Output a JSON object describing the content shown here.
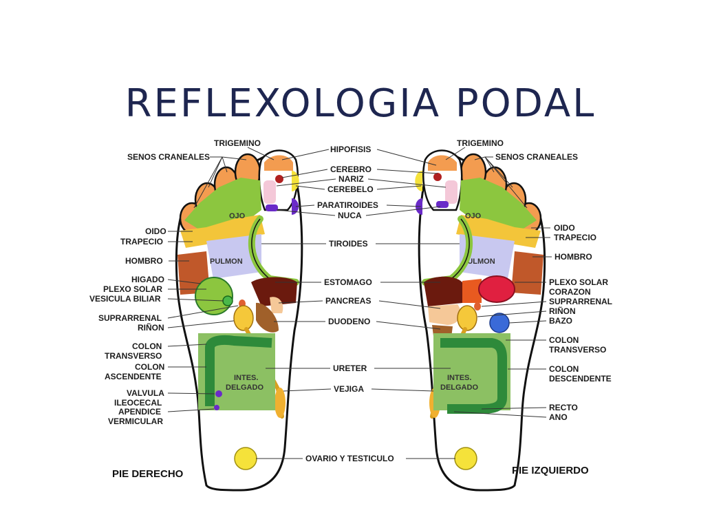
{
  "title": "REFLEXOLOGIA PODAL",
  "feet": {
    "right_caption": "PIE DERECHO",
    "left_caption": "PIE IZQUIERDO"
  },
  "labels": {
    "trigemino": "TRIGEMINO",
    "senos_craneales": "SENOS CRANEALES",
    "hipofisis": "HIPOFISIS",
    "cerebro": "CEREBRO",
    "nariz": "NARIZ",
    "cerebelo": "CEREBELO",
    "paratiroides": "PARATIROIDES",
    "nuca": "NUCA",
    "tiroides": "TIROIDES",
    "estomago": "ESTOMAGO",
    "pancreas": "PANCREAS",
    "duodeno": "DUODENO",
    "ureter": "URETER",
    "vejiga": "VEJIGA",
    "ovario": "OVARIO Y TESTICULO",
    "oido": "OIDO",
    "trapecio": "TRAPECIO",
    "hombro": "HOMBRO",
    "higado": "HIGADO",
    "plexo_solar": "PLEXO SOLAR",
    "vesicula": "VESICULA BILIAR",
    "suprarrenal": "SUPRARRENAL",
    "rinon": "RIÑON",
    "colon": "COLON",
    "transverso": "TRANSVERSO",
    "ascendente": "ASCENDENTE",
    "descendente": "DESCENDENTE",
    "valvula": "VALVULA",
    "ileocecal": "ILEOCECAL",
    "apendice": "APENDICE",
    "vermicular": "VERMICULAR",
    "corazon": "CORAZON",
    "bazo": "BAZO",
    "recto": "RECTO",
    "ano": "ANO",
    "ojo": "OJO",
    "pulmon": "PULMON",
    "intes": "INTES.",
    "delgado": "DELGADO"
  },
  "colors": {
    "title": "#1e2650",
    "orange": "#f39c50",
    "green": "#8cc63f",
    "yellow": "#f5d33a",
    "lavender": "#c8c8f0",
    "darkred": "#6b1a0e",
    "brown": "#c0582a",
    "intestine": "#8cc063",
    "intestine_dark": "#2e8a3a",
    "red": "#e02040",
    "blue": "#3a6ad8",
    "purple": "#6a2ac8"
  }
}
